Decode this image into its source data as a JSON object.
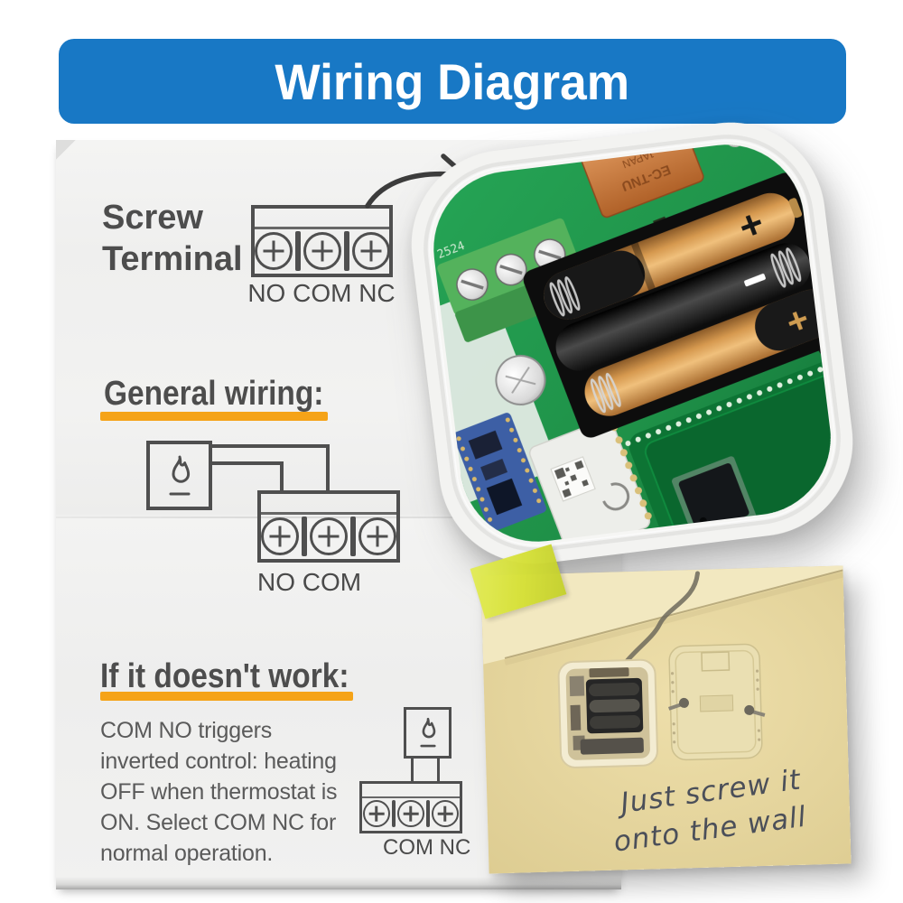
{
  "poster": {
    "banner": {
      "title": "Wiring Diagram"
    },
    "screw_terminal_section": {
      "title_line1": "Screw",
      "title_line2": "Terminal",
      "terminal_pins_label": "NO COM NC"
    },
    "general_wiring_section": {
      "heading": "General wiring:",
      "terminal_pins_label": "NO COM"
    },
    "troubleshooting_section": {
      "heading": "If it doesn't work:",
      "body_lines": [
        "COM NO triggers",
        "inverted control: heating",
        "OFF when thermostat is",
        "ON. Select COM NC for",
        "normal operation."
      ],
      "terminal_pins_label": "COM NC"
    },
    "device_photo": {
      "relay_label_line1": "EC-TNU",
      "relay_label_line2": "JAPAN",
      "pcb_silkscreen": "2524",
      "battery_polarity_marks": [
        "+",
        "−",
        "+"
      ]
    },
    "sticky_note": {
      "caption_line1": "Just screw it",
      "caption_line2": "onto the wall"
    },
    "colors": {
      "banner_blue": "#1878C5",
      "accent_orange": "#F5A318",
      "ink_gray": "#4F4F4F",
      "paper_white": "#F1F1F0",
      "note_beige": "#E8D79E",
      "tape_chartreuse": "#D5E034",
      "pcb_green": "#1F9148",
      "battery_gold": "#D6994F",
      "relay_orange": "#C9773B"
    }
  }
}
